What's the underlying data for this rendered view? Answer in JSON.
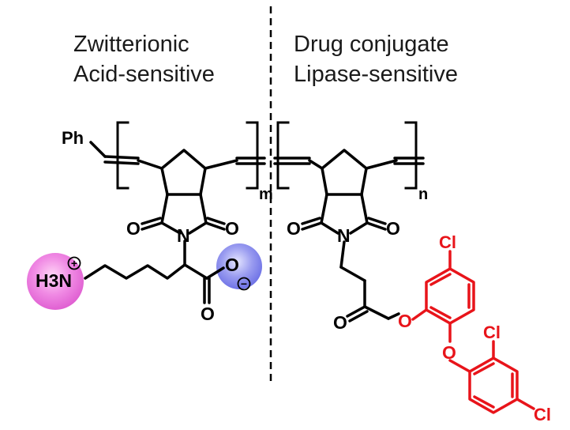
{
  "headings": {
    "left_line1": "Zwitterionic",
    "left_line2": "Acid-sensitive",
    "right_line1": "Drug conjugate",
    "right_line2": "Lipase-sensitive"
  },
  "atoms": {
    "ph": "Ph",
    "oxygen": "O",
    "nitrogen": "N",
    "ammonium": "H3N",
    "chlorine": "Cl"
  },
  "charges": {
    "plus": "+",
    "minus": "−"
  },
  "subscripts": {
    "m": "m",
    "n": "n"
  },
  "colors": {
    "black": "#000000",
    "drug_red": "#e8141a",
    "cation_glow": "#ee66dd",
    "anion_glow": "#6f73e6"
  }
}
